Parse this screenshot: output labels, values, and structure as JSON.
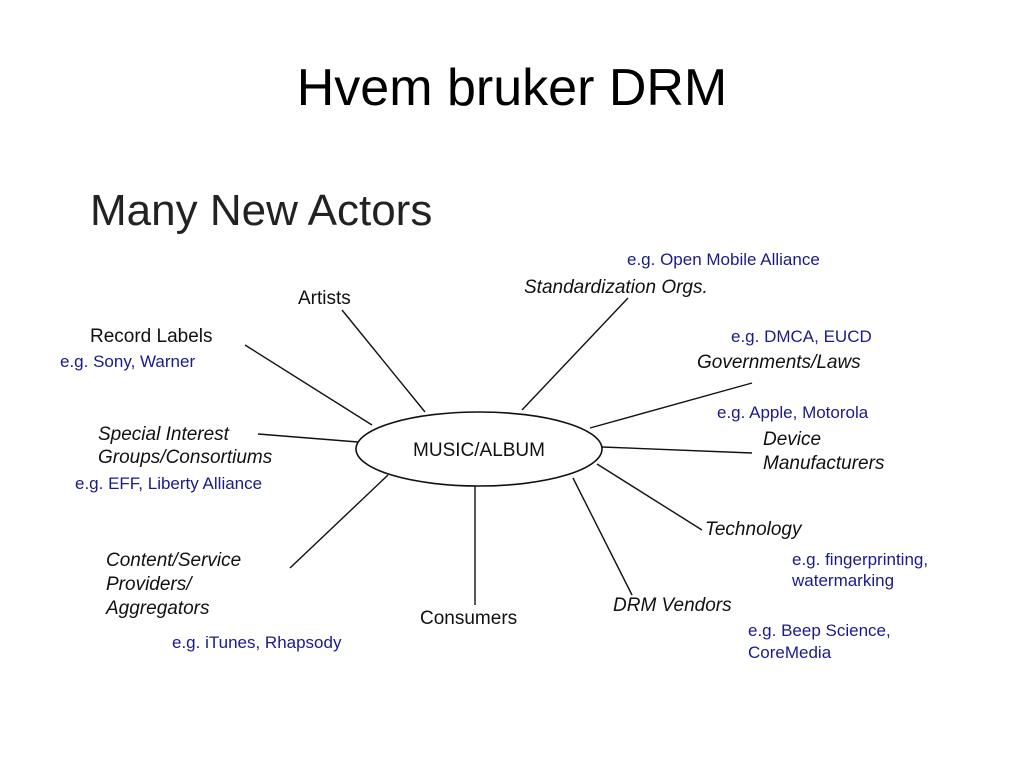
{
  "slide": {
    "title": "Hvem bruker DRM"
  },
  "diagram": {
    "heading": "Many New Actors",
    "center": "MUSIC/ALBUM",
    "actors": {
      "artists": {
        "lines": [
          "Artists"
        ]
      },
      "record_labels": {
        "lines": [
          "Record Labels"
        ],
        "example": [
          "e.g. Sony, Warner"
        ]
      },
      "special_interest": {
        "lines": [
          "Special Interest",
          "Groups/Consortiums"
        ],
        "example": [
          "e.g. EFF, Liberty Alliance"
        ]
      },
      "content_service": {
        "lines": [
          "Content/Service",
          "Providers/",
          "Aggregators"
        ],
        "example": [
          "e.g. iTunes, Rhapsody"
        ]
      },
      "consumers": {
        "lines": [
          "Consumers"
        ]
      },
      "drm_vendors": {
        "lines": [
          "DRM Vendors"
        ],
        "example": [
          "e.g. Beep Science,",
          "CoreMedia"
        ]
      },
      "technology": {
        "lines": [
          "Technology"
        ],
        "example": [
          "e.g. fingerprinting,",
          "watermarking"
        ]
      },
      "device_manufacturers": {
        "lines": [
          "Device",
          "Manufacturers"
        ],
        "example": [
          "e.g. Apple, Motorola"
        ]
      },
      "governments": {
        "lines": [
          "Governments/Laws"
        ],
        "example": [
          "e.g. DMCA, EUCD"
        ]
      },
      "standardization": {
        "lines": [
          "Standardization Orgs."
        ],
        "example": [
          "e.g. Open Mobile Alliance"
        ]
      }
    }
  }
}
